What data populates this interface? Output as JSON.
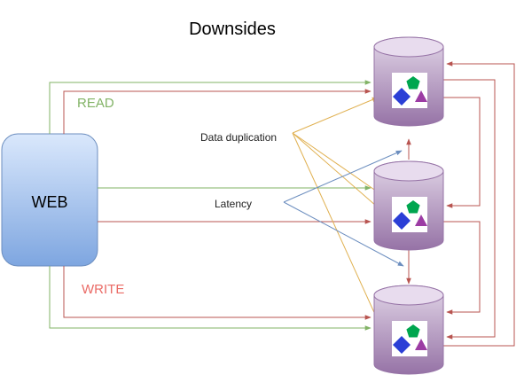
{
  "title": "Downsides",
  "web": {
    "label": "WEB"
  },
  "labels": {
    "read": "READ",
    "write": "WRITE",
    "data_duplication": "Data duplication",
    "latency": "Latency"
  },
  "colors": {
    "read": "#82b366",
    "write": "#b85450",
    "duplication": "#e0b050",
    "latency": "#6c8ebf",
    "db_top": "#e1d5e7",
    "db_bottom": "#9673a6",
    "web_top": "#dae8fc",
    "web_bottom": "#7ea6e0",
    "web_border": "#6c8ebf",
    "shape_green": "#00a64f",
    "shape_purple": "#9c3ca4",
    "shape_blue": "#2b3fd6"
  },
  "databases": [
    {
      "name": "database-top",
      "icons": [
        "pentagon-icon",
        "triangle-icon",
        "diamond-icon"
      ]
    },
    {
      "name": "database-middle",
      "icons": [
        "pentagon-icon",
        "triangle-icon",
        "diamond-icon"
      ]
    },
    {
      "name": "database-bottom",
      "icons": [
        "pentagon-icon",
        "triangle-icon",
        "diamond-icon"
      ]
    }
  ]
}
